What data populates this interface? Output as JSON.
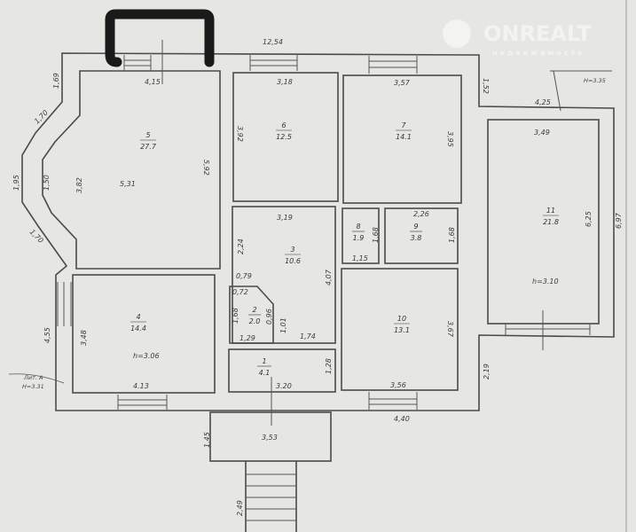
{
  "watermark": {
    "brand": "ONREALT",
    "subtitle": "недвижимость"
  },
  "rooms": [
    {
      "num": "5",
      "area": "27.7"
    },
    {
      "num": "6",
      "area": "12.5"
    },
    {
      "num": "7",
      "area": "14.1"
    },
    {
      "num": "3",
      "area": "10.6"
    },
    {
      "num": "8",
      "area": "1.9"
    },
    {
      "num": "9",
      "area": "3.8"
    },
    {
      "num": "10",
      "area": "13.1"
    },
    {
      "num": "4",
      "area": "14.4"
    },
    {
      "num": "2",
      "area": "2.0"
    },
    {
      "num": "1",
      "area": "4.1"
    },
    {
      "num": "11",
      "area": "21.8"
    }
  ],
  "dims": [
    "12,54",
    "4,15",
    "3,18",
    "3,57",
    "1,52",
    "4,25",
    "Н=3.35",
    "3,49",
    "6,25",
    "6,97",
    "1,69",
    "1,70",
    "1,95",
    "1,50",
    "1,70",
    "3,82",
    "5,31",
    "5,92",
    "3,92",
    "3,95",
    "3,19",
    "2,24",
    "4,07",
    "2,26",
    "1,68",
    "1,68",
    "1,15",
    "0,79",
    "0,72",
    "1,68",
    "0,96",
    "1,01",
    "1,29",
    "1,74",
    "3,48",
    "4,55",
    "h=3.06",
    "4.13",
    "1,28",
    "3.20",
    "3,56",
    "3,67",
    "2,19",
    "4,40",
    "1,45",
    "3,53",
    "2,49",
    "h=3.10"
  ],
  "lit": {
    "name": "Лит. А",
    "height": "Н=3.31"
  },
  "colors": {
    "paper": "#e6e7e2",
    "line": "#4a4a4a",
    "marker": "#1a1a1a"
  }
}
